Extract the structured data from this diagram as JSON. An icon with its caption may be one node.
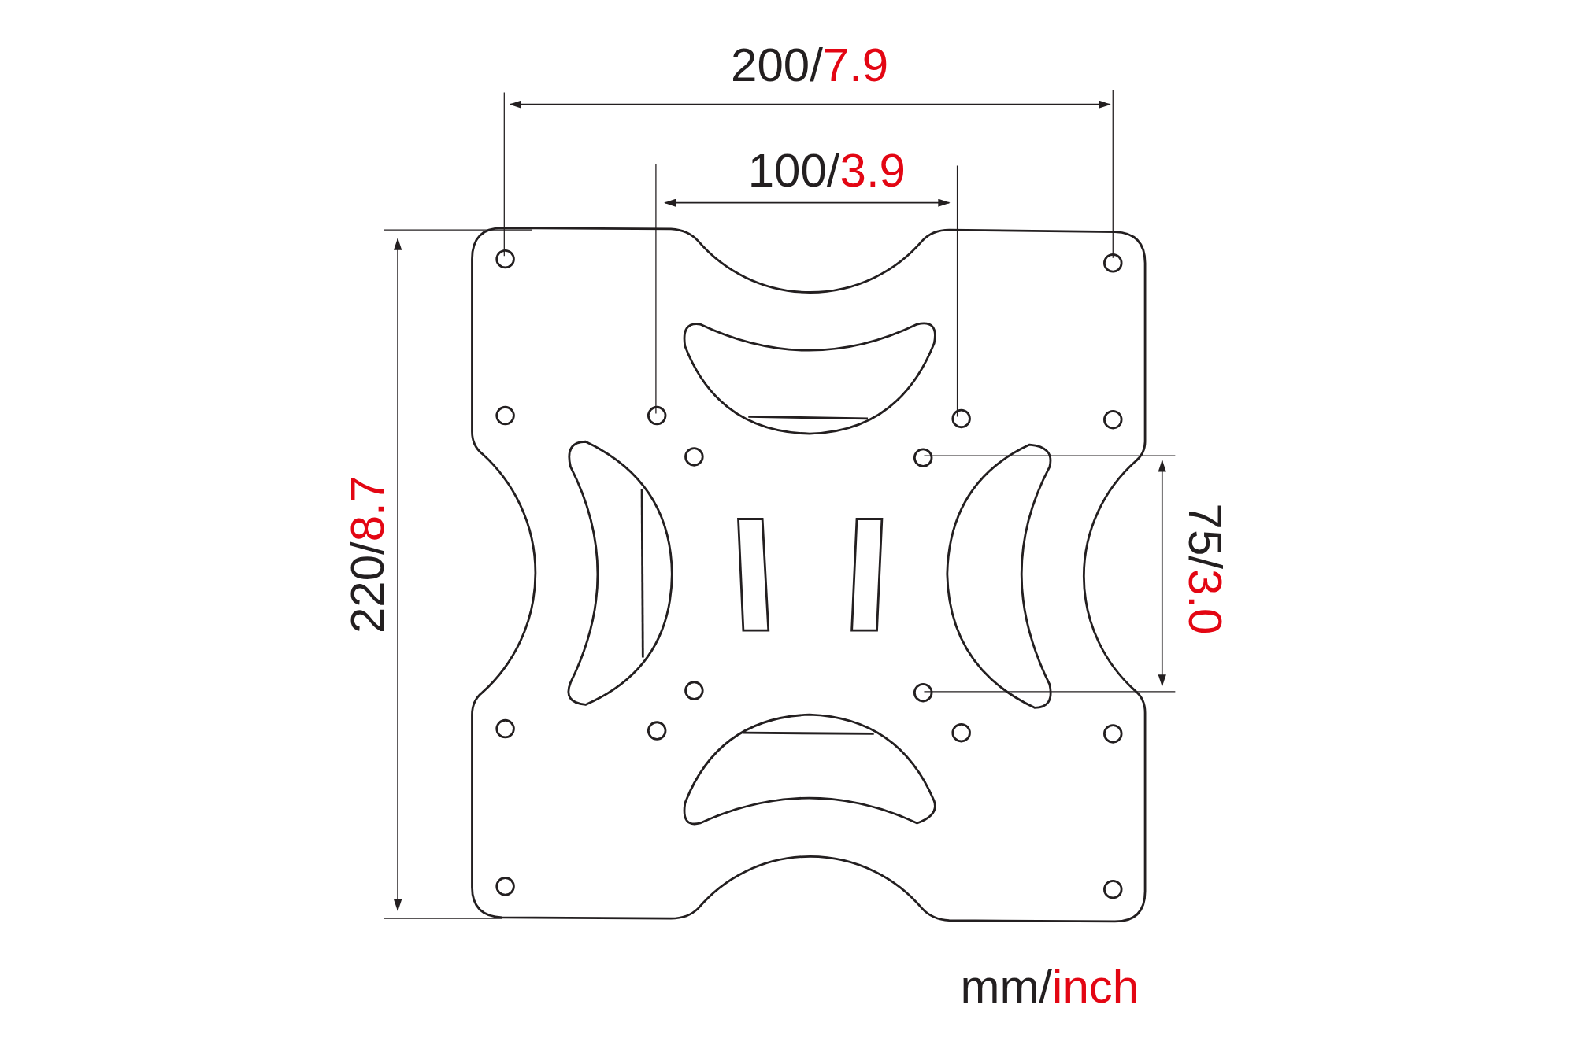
{
  "diagram": {
    "labels": [
      "200/7.9",
      "100/3.9",
      "220/8.7",
      "75/3.0",
      "mm/inch"
    ]
  }
}
